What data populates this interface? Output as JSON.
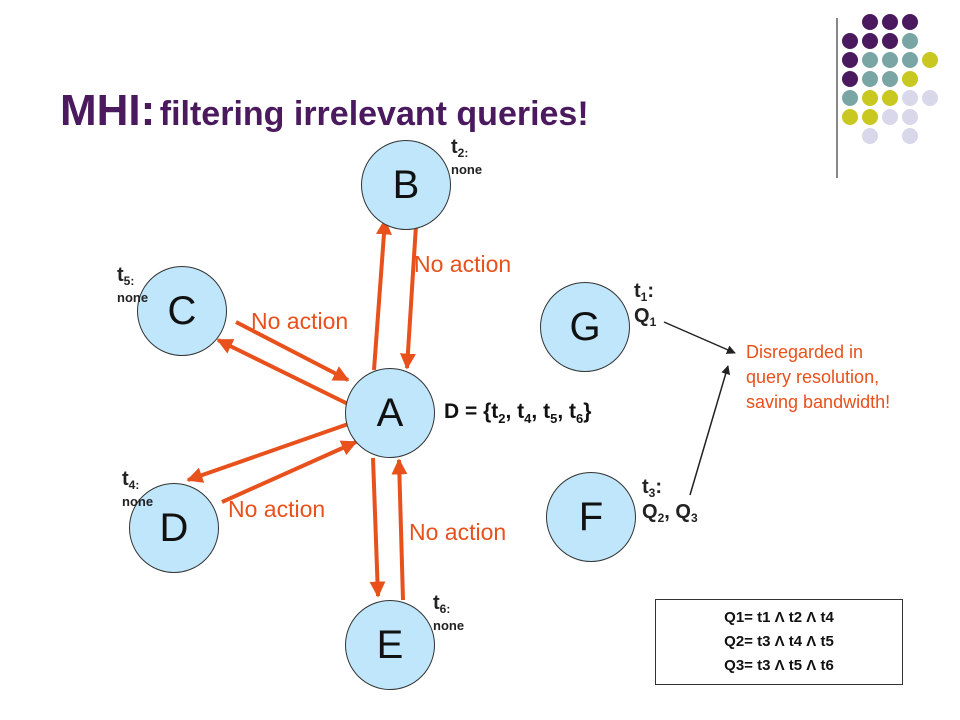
{
  "title": {
    "main": "MHI:",
    "sub": "filtering irrelevant queries!"
  },
  "nodes": {
    "A": "A",
    "B": "B",
    "C": "C",
    "D": "D",
    "E": "E",
    "F": "F",
    "G": "G"
  },
  "labels": {
    "t2": {
      "t": "t",
      "sub": "2:",
      "note": "none"
    },
    "t5": {
      "t": "t",
      "sub": "5:",
      "note": "none"
    },
    "t4": {
      "t": "t",
      "sub": "4:",
      "note": "none"
    },
    "t6": {
      "t": "t",
      "sub": "6:",
      "note": "none"
    },
    "t1": {
      "t": "t",
      "sub": "1",
      "colon": ":",
      "q": "Q",
      "qsub": "1"
    },
    "t3": {
      "t": "t",
      "sub": "3",
      "colon": ":",
      "q1": "Q",
      "q1sub": "2",
      "sep": ", ",
      "q2": "Q",
      "q2sub": "3"
    }
  },
  "no_action": "No action",
  "dset": {
    "prefix": "D = {t",
    "s1": "2",
    "c1": ", t",
    "s2": "4",
    "c2": ", t",
    "s3": "5",
    "c3": ", t",
    "s4": "6",
    "end": "}"
  },
  "disregard": {
    "line1": "Disregarded in",
    "line2": "query resolution,",
    "line3": "saving bandwidth!"
  },
  "queries": [
    "Q1= t1 Λ t2 Λ t4",
    "Q2= t3 Λ t4 Λ t5",
    "Q3= t3 Λ t5 Λ t6"
  ],
  "colors": {
    "arrow": "#e8501c",
    "node_fill": "#bfe6fb",
    "title": "#4b1a5e",
    "dot_purple": "#4b1a5e",
    "dot_teal": "#7aa5a5",
    "dot_lime": "#c8c820",
    "dot_lav": "#d8d8ea"
  }
}
